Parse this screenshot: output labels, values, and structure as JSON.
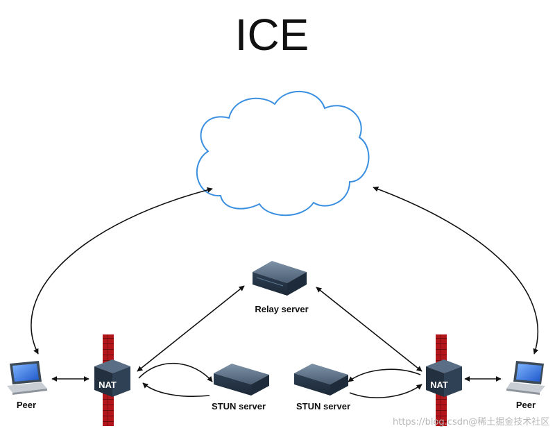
{
  "title": "ICE",
  "labels": {
    "relay_server": "Relay server",
    "stun_server_left": "STUN server",
    "stun_server_right": "STUN server",
    "peer_left": "Peer",
    "peer_right": "Peer",
    "nat_left": "NAT",
    "nat_right": "NAT"
  },
  "watermark": "https://blog.csdn@稀土掘金技术社区",
  "colors": {
    "cloud_stroke": "#3a8fe0",
    "firewall": "#b3161a",
    "device_dark": "#2b3c4e",
    "arrow": "#111111"
  }
}
